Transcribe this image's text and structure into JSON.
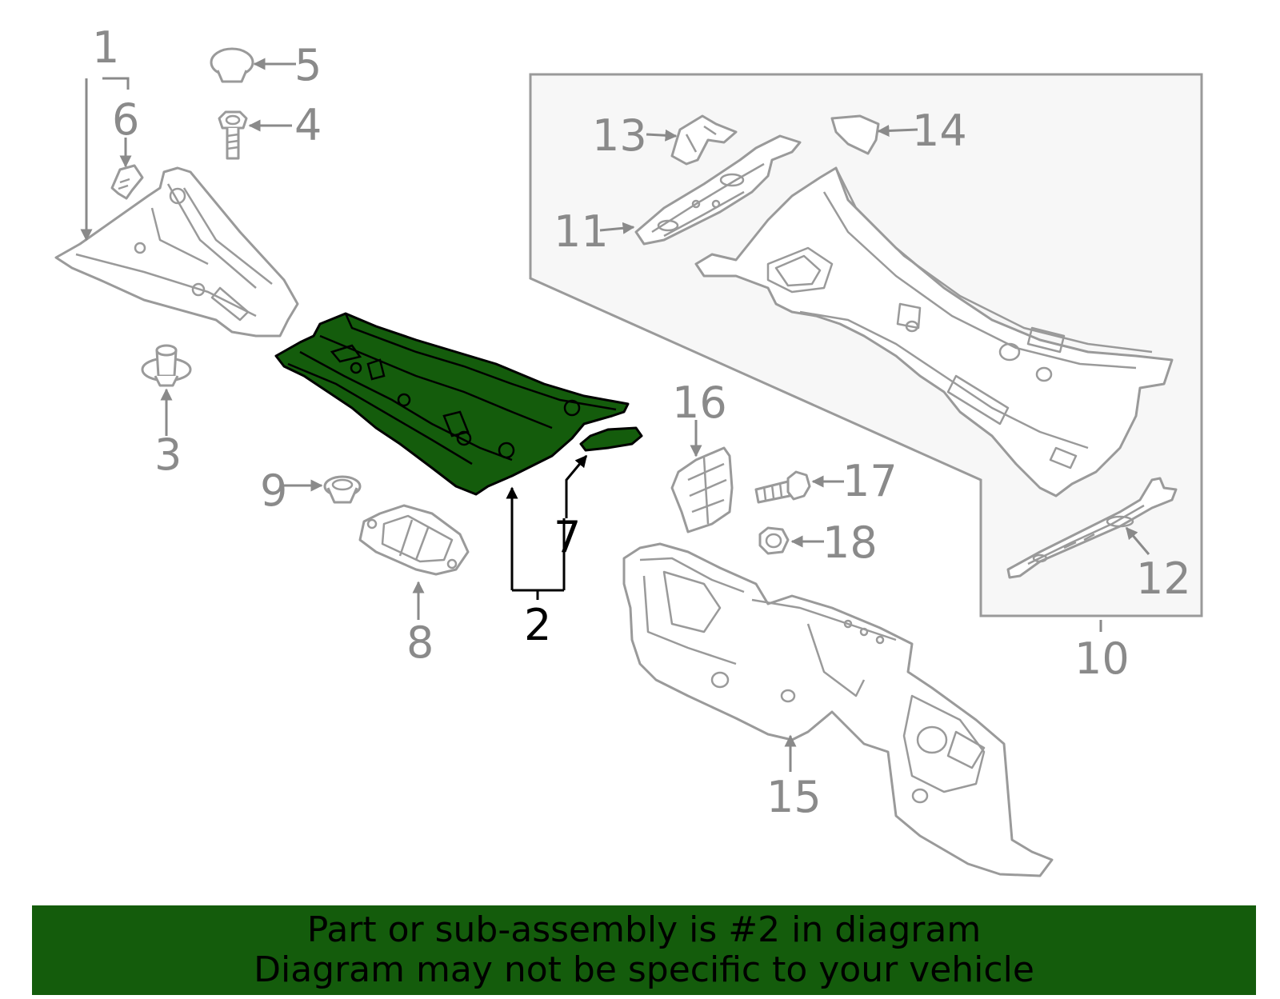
{
  "callouts": {
    "c1": "1",
    "c2": "2",
    "c3": "3",
    "c4": "4",
    "c5": "5",
    "c6": "6",
    "c7": "7",
    "c8": "8",
    "c9": "9",
    "c10": "10",
    "c11": "11",
    "c12": "12",
    "c13": "13",
    "c14": "14",
    "c15": "15",
    "c16": "16",
    "c17": "17",
    "c18": "18"
  },
  "highlighted_part": "2",
  "colors": {
    "highlight_fill": "#145c0c",
    "line_gray": "#9a9a9a",
    "label_gray": "#8a8a8a",
    "inset_bg": "#f7f7f7",
    "banner_bg": "#145c0c"
  },
  "banner": {
    "line1": "Part or sub-assembly is #2 in diagram",
    "line2": "Diagram may not be specific to your vehicle"
  }
}
